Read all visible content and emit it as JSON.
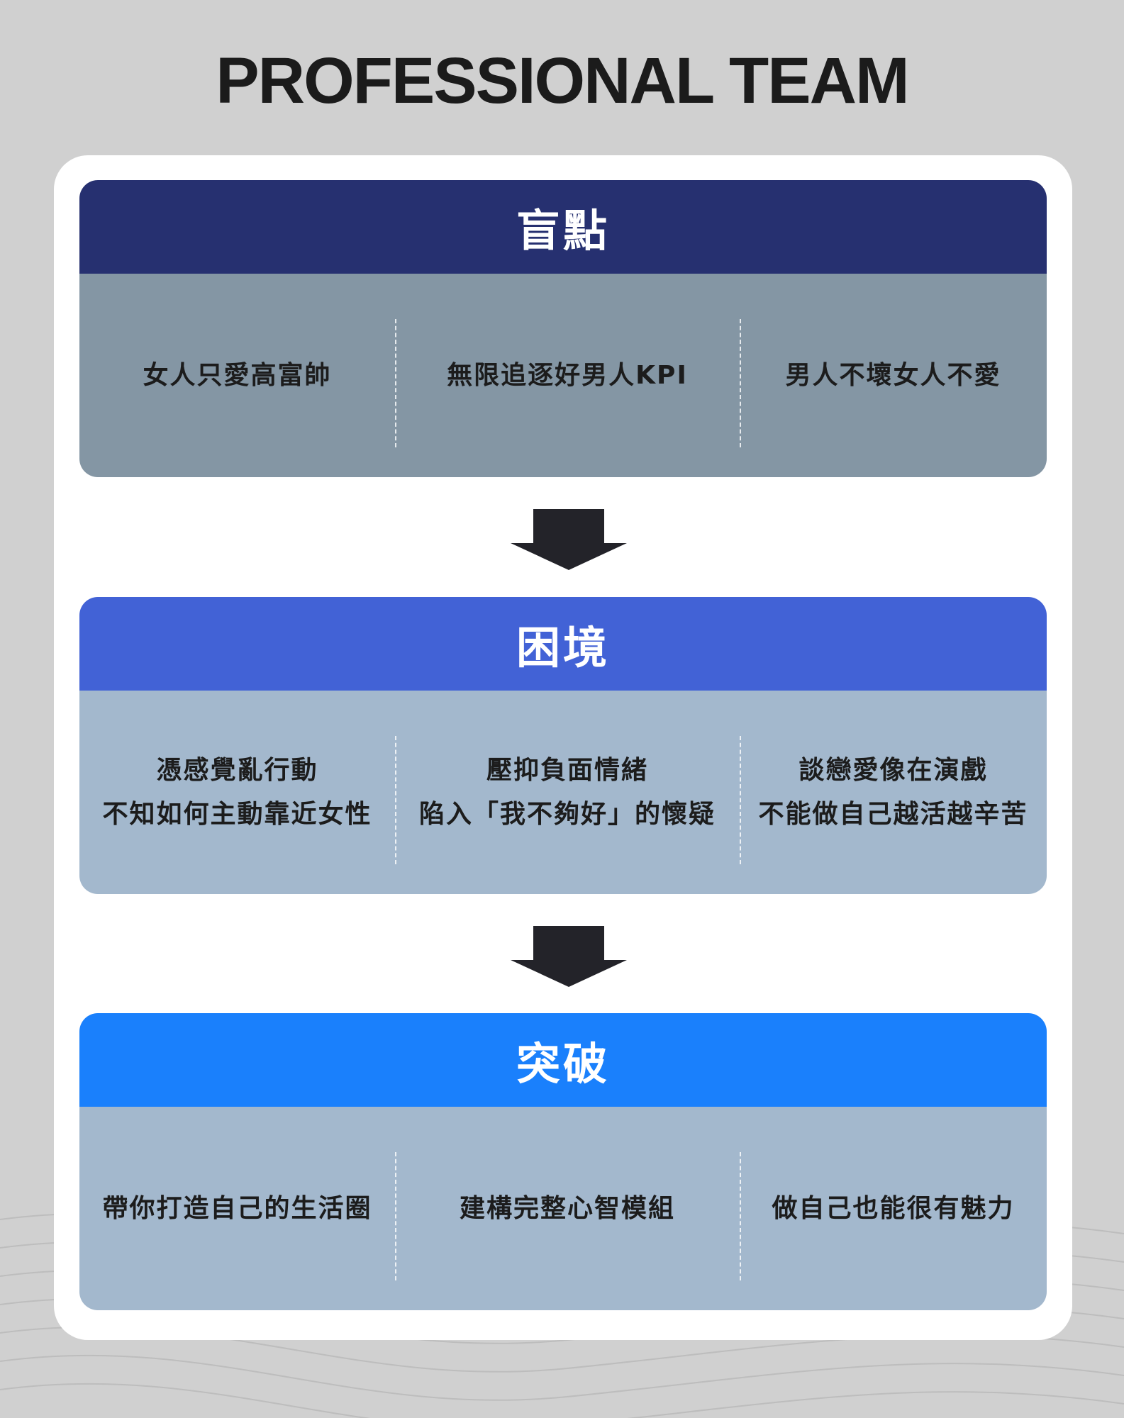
{
  "title": "PROFESSIONAL TEAM",
  "colors": {
    "background": "#d0d0d0",
    "header_1": "#263070",
    "body_1": "#8496a4",
    "header_2": "#4262d6",
    "body_2": "#a3b8cd",
    "header_3": "#1a80fc",
    "body_3": "#a3b8cd",
    "arrow": "#232329"
  },
  "sections": [
    {
      "heading": "盲點",
      "items": [
        [
          "女人只愛高富帥"
        ],
        [
          "無限追逐好男人KPI"
        ],
        [
          "男人不壞女人不愛"
        ]
      ]
    },
    {
      "heading": "困境",
      "items": [
        [
          "憑感覺亂行動",
          "不知如何主動靠近女性"
        ],
        [
          "壓抑負面情緒",
          "陷入「我不夠好」的懷疑"
        ],
        [
          "談戀愛像在演戲",
          "不能做自己越活越辛苦"
        ]
      ]
    },
    {
      "heading": "突破",
      "items": [
        [
          "帶你打造自己的生活圈"
        ],
        [
          "建構完整心智模組"
        ],
        [
          "做自己也能很有魅力"
        ]
      ]
    }
  ]
}
